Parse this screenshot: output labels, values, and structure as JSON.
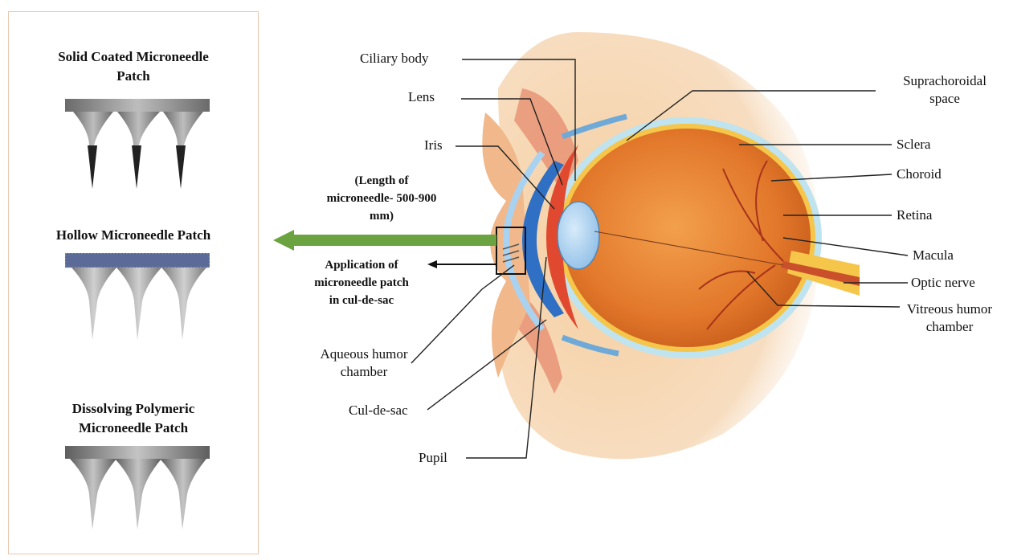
{
  "patches": {
    "solid_coated": "Solid Coated Microneedle\nPatch",
    "hollow": "Hollow Microneedle Patch",
    "dissolving": "Dissolving Polymeric\nMicroneedle Patch"
  },
  "annotations": {
    "length": "(Length of\nmicroneedle- 500-900\nmm)",
    "application": "Application of\nmicroneedle patch\nin cul-de-sac"
  },
  "labels_left": {
    "ciliary_body": "Ciliary body",
    "lens": "Lens",
    "iris": "Iris",
    "aqueous": "Aqueous humor\nchamber",
    "cul_de_sac": "Cul-de-sac",
    "pupil": "Pupil"
  },
  "labels_right": {
    "suprachoroidal": "Suprachoroidal\nspace",
    "sclera": "Sclera",
    "choroid": "Choroid",
    "retina": "Retina",
    "macula": "Macula",
    "optic_nerve": "Optic nerve",
    "vitreous": "Vitreous humor\nchamber"
  },
  "colors": {
    "arrow_green": "#6aa33f",
    "panel_border": "#e8c6ad",
    "eye_orange": "#e57f2a",
    "skin": "#f3c99b"
  }
}
